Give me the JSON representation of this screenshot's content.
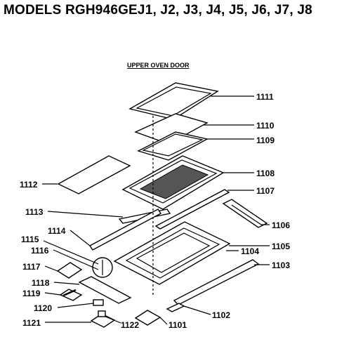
{
  "title": "MODELS RGH946GEJ1, J2, J3, J4, J5, J6, J7, J8",
  "subtitle": "UPPER OVEN DOOR",
  "parts": {
    "p1111": "1111",
    "p1110": "1110",
    "p1109": "1109",
    "p1108": "1108",
    "p1107": "1107",
    "p1106": "1106",
    "p1105": "1105",
    "p1104": "1104",
    "p1103": "1103",
    "p1102": "1102",
    "p1101": "1101",
    "p1112": "1112",
    "p1113": "1113",
    "p1114": "1114",
    "p1115": "1115",
    "p1116": "1116",
    "p1117": "1117",
    "p1118": "1118",
    "p1119": "1119",
    "p1120": "1120",
    "p1121": "1121",
    "p1122": "1122"
  }
}
